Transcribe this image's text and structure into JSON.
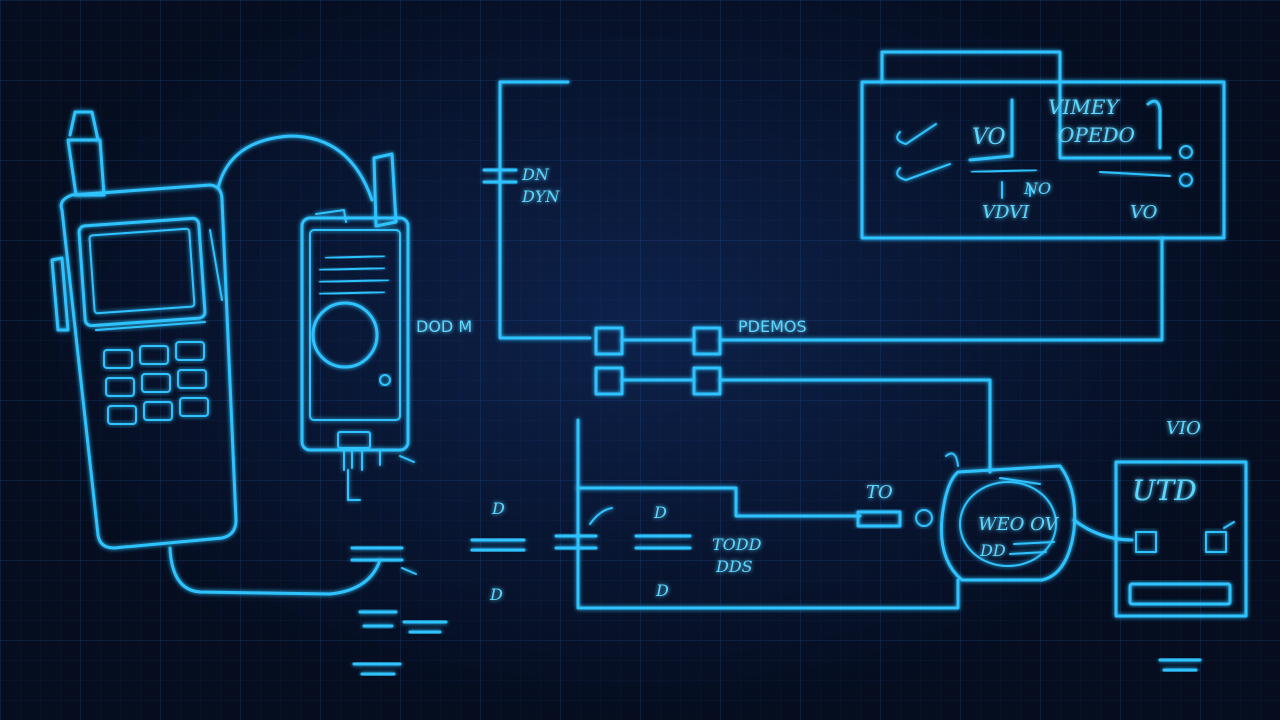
{
  "labels": {
    "top_right_box_title": "VIMEY",
    "top_right_box_subtitle": "OPEDO",
    "top_right_vo": "VO",
    "top_right_vdvi": "VDVI",
    "top_right_no": "NO",
    "top_right_vo2": "VO",
    "cap_label_top": "DN",
    "cap_label_bottom": "DYN",
    "wire_label_left": "DOD M",
    "wire_label_right": "PDEMOS",
    "mid_label": "TO",
    "bottom_label_a": "TODD",
    "bottom_label_b": "DDS",
    "circle_text_a": "WEO OV",
    "circle_text_b": "DD",
    "right_box_top": "VIO",
    "right_box_text": "UTD",
    "cap_small_1": "D",
    "cap_small_2": "D",
    "cap_small_3": "D",
    "cap_small_4": "D"
  },
  "colors": {
    "line": "#2fc3ff",
    "background": "#050d1f"
  }
}
